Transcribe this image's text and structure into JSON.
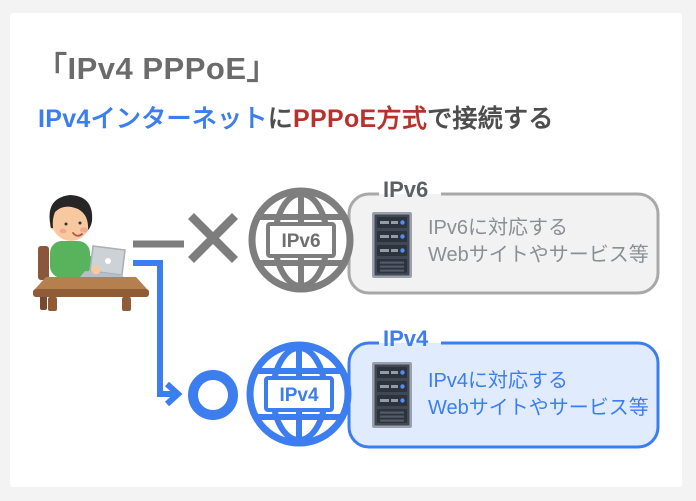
{
  "title": "「IPv4 PPPoE」",
  "subtitle": {
    "highlight_blue": "IPv4インターネット",
    "particle": "に",
    "highlight_red": "PPPoE方式",
    "suffix": "で接続する"
  },
  "ipv6_row": {
    "globe_label": "IPv6",
    "panel_label": "IPv6",
    "panel_line1": "IPv6に対応する",
    "panel_line2": "Webサイトやサービス等"
  },
  "ipv4_row": {
    "globe_label": "IPv4",
    "panel_label": "IPv4",
    "panel_line1": "IPv4に対応する",
    "panel_line2": "Webサイトやサービス等"
  },
  "colors": {
    "accent_blue": "#3c7df0",
    "accent_red": "#b8322d",
    "neutral_gray": "#7d7d7d",
    "title_gray": "#6b6b6b",
    "panel_gray_border": "#a8a8a8",
    "panel_gray_bg": "#f2f2f3",
    "panel_blue_bg": "#e0ebfd",
    "panel_gray_text": "#8b8f94",
    "panel_label_gray": "#5c5f63",
    "server_dark": "#414855",
    "background": "#f3f3f4",
    "card_bg": "#ffffff"
  }
}
